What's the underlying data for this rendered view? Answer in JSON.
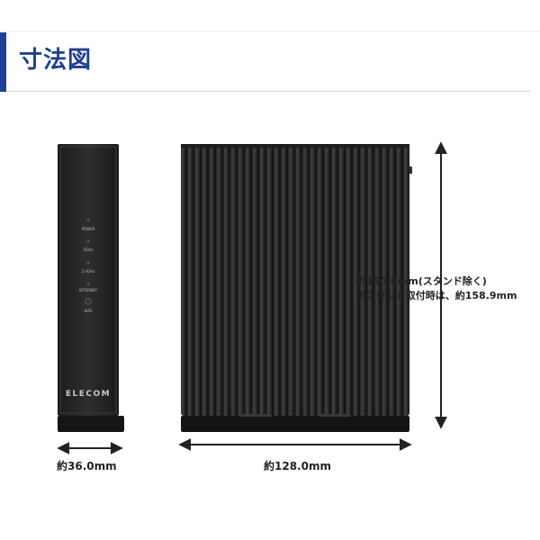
{
  "header": {
    "title": "寸法図"
  },
  "device_front": {
    "brand": "ELECOM",
    "indicators": [
      "POWER",
      "5GHz",
      "2.4GHz",
      "INTERNET",
      "WPS"
    ]
  },
  "dimensions": {
    "depth": "約36.0mm",
    "width": "約128.0mm",
    "height_line1": "約150.0mm(スタンド除く)",
    "height_line2": "※スタンド取付時は、約158.9mm"
  },
  "colors": {
    "accent": "#1f3f93",
    "device_body": "#2b2b2b",
    "arrow": "#222222"
  }
}
